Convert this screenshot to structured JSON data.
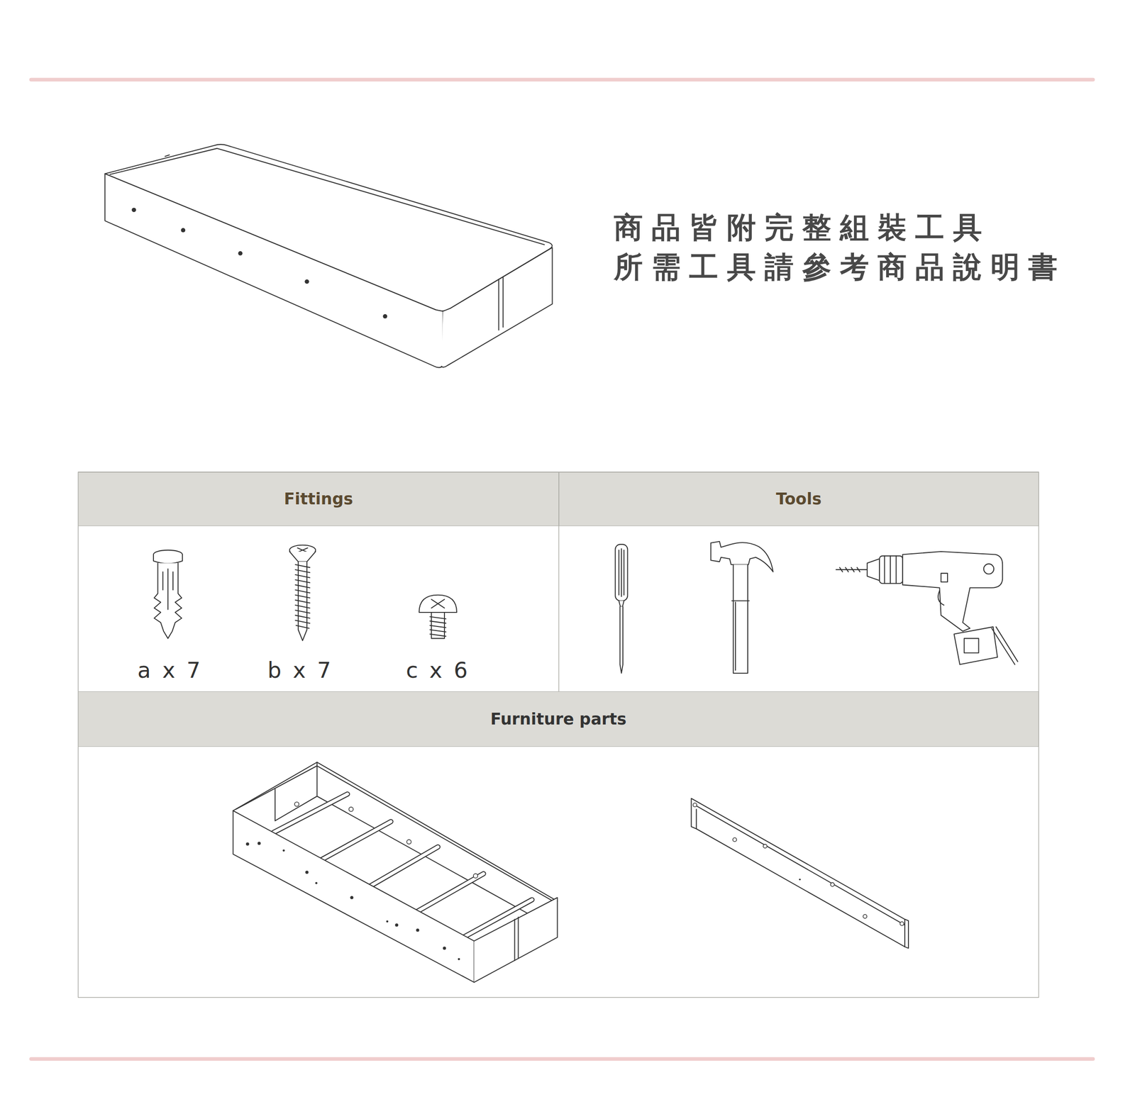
{
  "diagram": {
    "nodes": [
      {
        "text": [
          "Fittings"
        ]
      },
      {
        "text": [
          "Tools"
        ]
      },
      {
        "text": [
          "Furniture parts"
        ]
      }
    ],
    "labels": [
      "商品皆附完整組裝工具",
      "所需工具請參考商品說明書",
      "a x 7",
      "b x 7",
      "c x 6"
    ]
  }
}
